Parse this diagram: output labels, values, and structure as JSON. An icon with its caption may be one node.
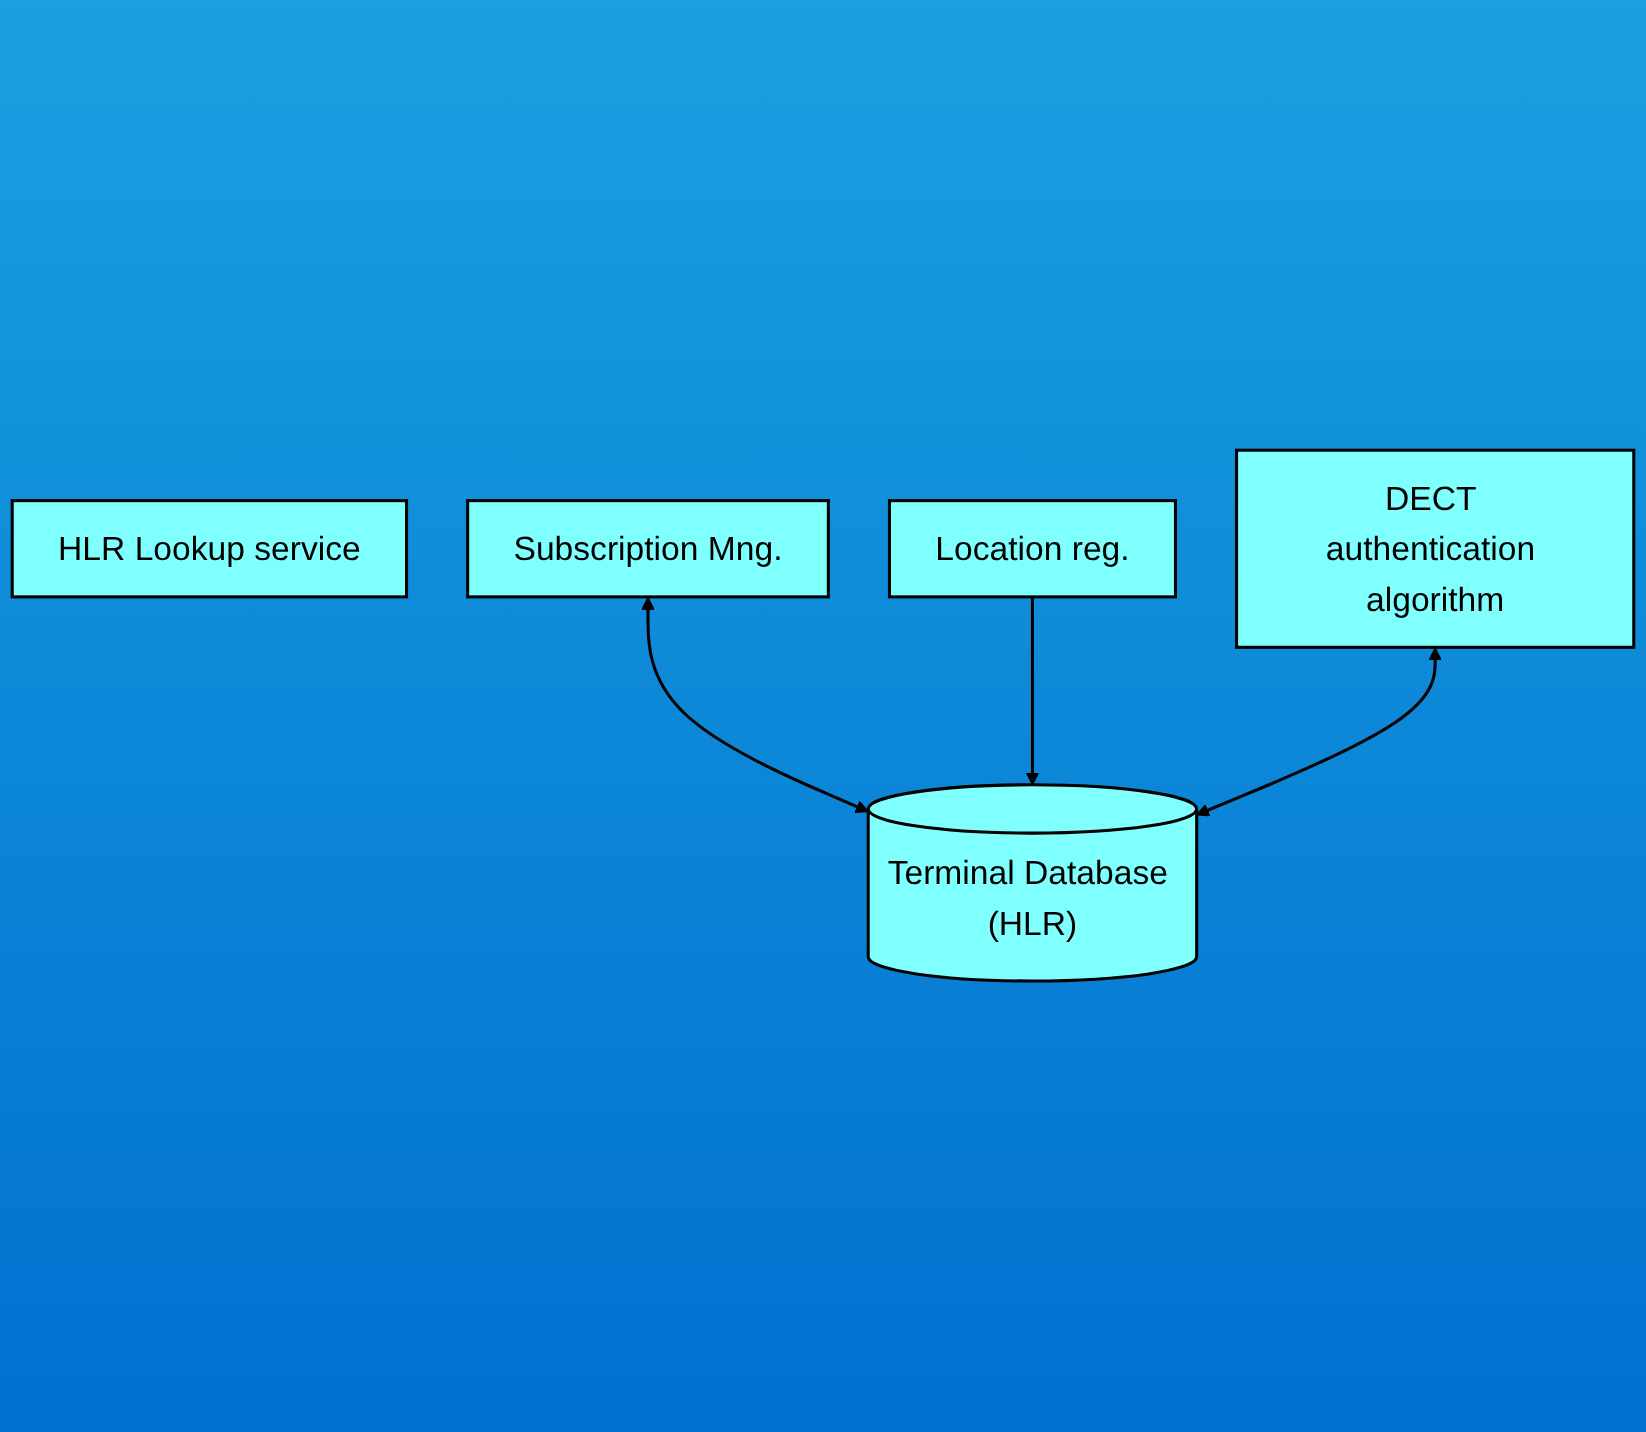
{
  "diagram": {
    "nodes": [
      {
        "text": [
          "HLR Lookup service"
        ]
      },
      {
        "text": [
          "Subscription Mng."
        ]
      },
      {
        "text": [
          "Location reg."
        ]
      },
      {
        "text": [
          "DECT authentication algorithm"
        ]
      },
      {
        "text": [
          "Terminal Database (HLR)"
        ]
      }
    ],
    "edges": [
      {
        "from": 1,
        "to": 4,
        "arrow": "both"
      },
      {
        "from": 2,
        "to": 4,
        "arrow": "to"
      },
      {
        "from": 3,
        "to": 4,
        "arrow": "both"
      }
    ]
  }
}
